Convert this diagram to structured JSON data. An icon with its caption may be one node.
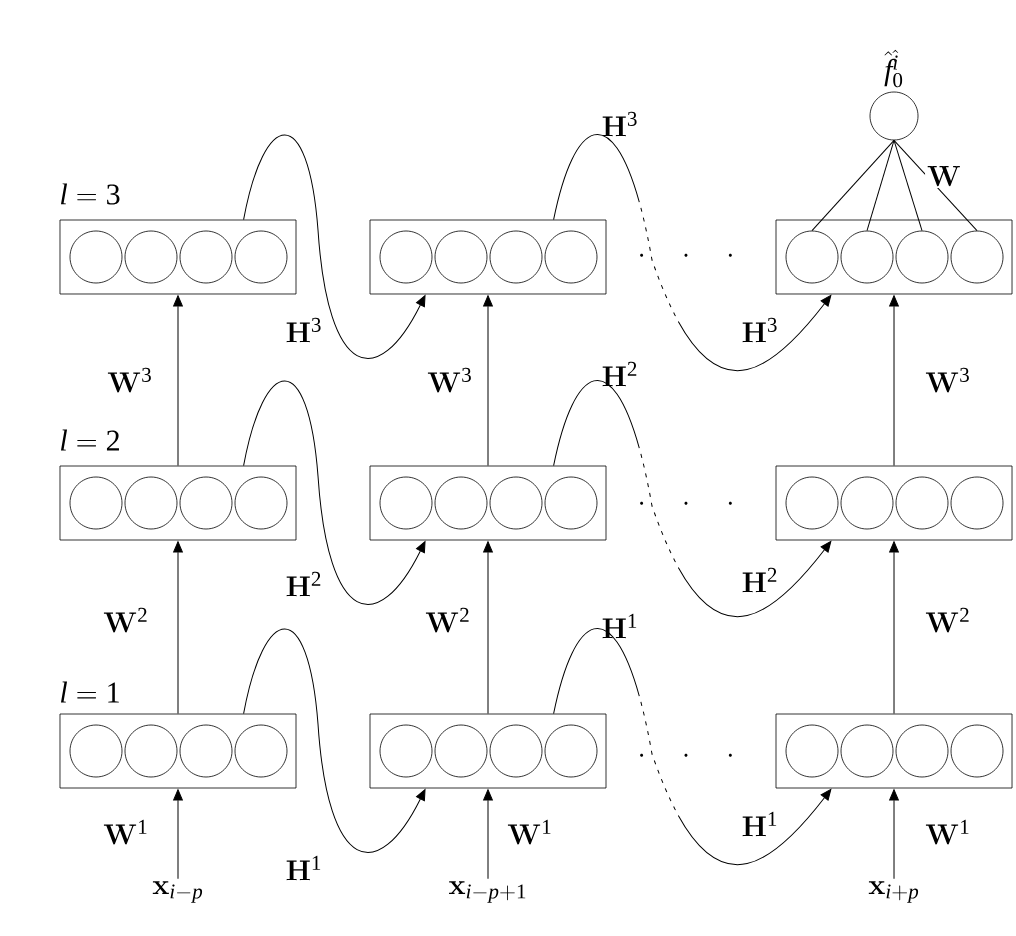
{
  "diagram": {
    "nodes": [
      {
        "text": [
          "\\hat{f}_0^{\\hat{i}}"
        ]
      },
      {
        "text": [],
        "shape": "box"
      },
      {
        "text": [],
        "shape": "circle",
        "in": 1
      },
      {
        "text": [],
        "shape": "circle",
        "in": 1
      },
      {
        "text": [],
        "shape": "circle",
        "in": 1
      },
      {
        "text": [],
        "shape": "circle",
        "in": 1
      },
      {
        "text": [],
        "shape": "box"
      },
      {
        "text": [],
        "shape": "circle",
        "in": 6
      },
      {
        "text": [],
        "shape": "circle",
        "in": 6
      },
      {
        "text": [],
        "shape": "circle",
        "in": 6
      },
      {
        "text": [],
        "shape": "circle",
        "in": 6
      },
      {
        "text": [],
        "shape": "box"
      },
      {
        "text": [],
        "shape": "circle",
        "in": 11
      },
      {
        "text": [],
        "shape": "circle",
        "in": 11
      },
      {
        "text": [],
        "shape": "circle",
        "in": 11
      },
      {
        "text": [],
        "shape": "circle",
        "in": 11
      },
      {
        "text": [],
        "shape": "box"
      },
      {
        "text": [],
        "shape": "circle",
        "in": 16
      },
      {
        "text": [],
        "shape": "circle",
        "in": 16
      },
      {
        "text": [],
        "shape": "circle",
        "in": 16
      },
      {
        "text": [],
        "shape": "circle",
        "in": 16
      },
      {
        "text": [],
        "shape": "box"
      },
      {
        "text": [],
        "shape": "circle",
        "in": 21
      },
      {
        "text": [],
        "shape": "circle",
        "in": 21
      },
      {
        "text": [],
        "shape": "circle",
        "in": 21
      },
      {
        "text": [],
        "shape": "circle",
        "in": 21
      },
      {
        "text": [],
        "shape": "box"
      },
      {
        "text": [],
        "shape": "circle",
        "in": 26
      },
      {
        "text": [],
        "shape": "circle",
        "in": 26
      },
      {
        "text": [],
        "shape": "circle",
        "in": 26
      },
      {
        "text": [],
        "shape": "circle",
        "in": 26
      },
      {
        "text": [],
        "shape": "box"
      },
      {
        "text": [],
        "shape": "circle",
        "in": 31
      },
      {
        "text": [],
        "shape": "circle",
        "in": 31
      },
      {
        "text": [],
        "shape": "circle",
        "in": 31
      },
      {
        "text": [],
        "shape": "circle",
        "in": 31
      },
      {
        "text": [],
        "shape": "box"
      },
      {
        "text": [],
        "shape": "circle",
        "in": 36
      },
      {
        "text": [],
        "shape": "circle",
        "in": 36
      },
      {
        "text": [],
        "shape": "circle",
        "in": 36
      },
      {
        "text": [],
        "shape": "circle",
        "in": 36
      },
      {
        "text": [],
        "shape": "box"
      },
      {
        "text": [],
        "shape": "circle",
        "in": 41
      },
      {
        "text": [],
        "shape": "circle",
        "in": 41
      },
      {
        "text": [],
        "shape": "circle",
        "in": 41
      },
      {
        "text": [],
        "shape": "circle",
        "in": 41
      },
      {
        "text": [
          "\\mathbf{x}_{i-p}"
        ]
      },
      {
        "text": [
          "\\mathbf{x}_{i-p+1}"
        ]
      },
      {
        "text": [
          "\\mathbf{x}_{i+p}"
        ]
      }
    ],
    "edges": [
      {
        "from": 0,
        "to": 12,
        "arrow": "none"
      },
      {
        "from": 0,
        "to": 13,
        "arrow": "none"
      },
      {
        "from": 0,
        "to": 14,
        "arrow": "none"
      },
      {
        "from": 0,
        "to": 15,
        "arrow": "none",
        "label": "\\mathbf{W}"
      },
      {
        "from": 46,
        "to": 31,
        "arrow": "to",
        "label": "\\mathbf{W}^1"
      },
      {
        "from": 47,
        "to": 36,
        "arrow": "to",
        "label": "\\mathbf{W}^1"
      },
      {
        "from": 48,
        "to": 41,
        "arrow": "to",
        "label": "\\mathbf{W}^1"
      },
      {
        "from": 31,
        "to": 16,
        "arrow": "to",
        "label": "\\mathbf{W}^2"
      },
      {
        "from": 36,
        "to": 21,
        "arrow": "to",
        "label": "\\mathbf{W}^2"
      },
      {
        "from": 41,
        "to": 26,
        "arrow": "to",
        "label": "\\mathbf{W}^2"
      },
      {
        "from": 16,
        "to": 1,
        "arrow": "to",
        "label": "\\mathbf{W}^3"
      },
      {
        "from": 21,
        "to": 6,
        "arrow": "to",
        "label": "\\mathbf{W}^3"
      },
      {
        "from": 26,
        "to": 11,
        "arrow": "to",
        "label": "\\mathbf{W}^3"
      },
      {
        "from": 1,
        "to": 6,
        "arrow": "to",
        "label": "\\mathbf{H}^3"
      },
      {
        "from": 6,
        "to": 11,
        "arrow": "to",
        "label": "\\mathbf{H}^3",
        "style": "dashed"
      },
      {
        "from": 16,
        "to": 21,
        "arrow": "to",
        "label": "\\mathbf{H}^2"
      },
      {
        "from": 21,
        "to": 26,
        "arrow": "to",
        "label": "\\mathbf{H}^2",
        "style": "dashed"
      },
      {
        "from": 31,
        "to": 36,
        "arrow": "to",
        "label": "\\mathbf{H}^1"
      },
      {
        "from": 36,
        "to": 41,
        "arrow": "to",
        "label": "\\mathbf{H}^1",
        "style": "dashed"
      }
    ],
    "labels": [
      "\\mathbf{H}^3",
      "l = 3",
      "\\cdot\\quad\\cdot\\quad\\cdot",
      "\\mathbf{H}^2",
      "l = 2",
      "\\cdot\\quad\\cdot\\quad\\cdot",
      "\\mathbf{H}^1",
      "l = 1",
      "\\cdot\\quad\\cdot\\quad\\cdot"
    ]
  }
}
